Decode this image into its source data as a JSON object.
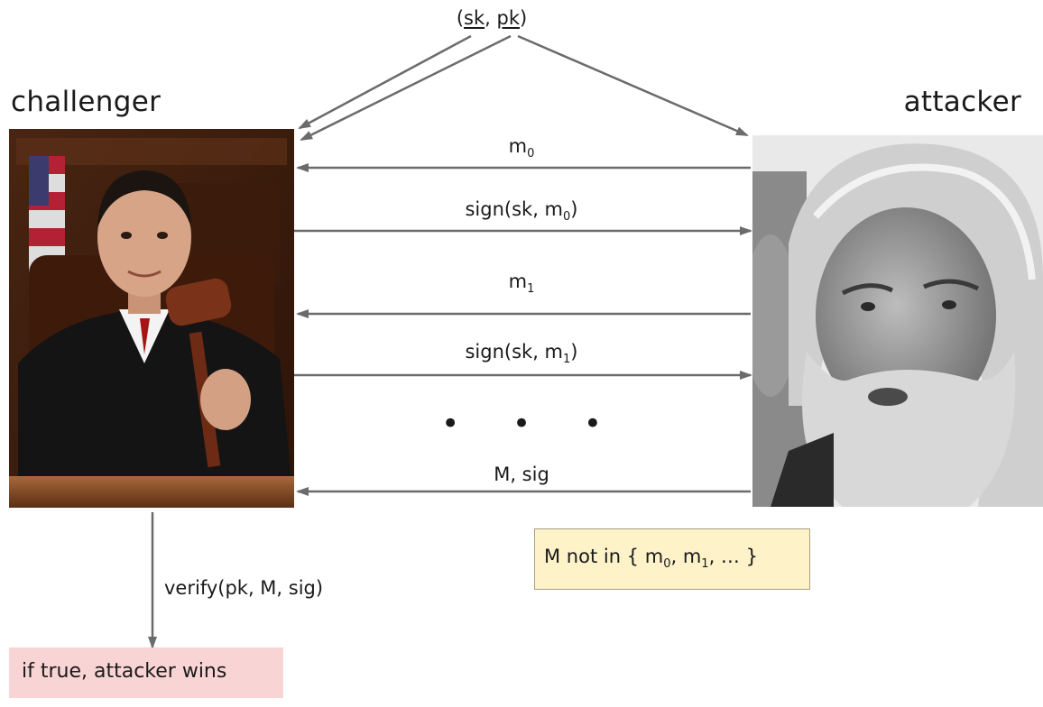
{
  "keypair": {
    "open": "(",
    "sk": "sk",
    "sep": ", ",
    "pk": "pk",
    "close": ")"
  },
  "roles": {
    "left": "challenger",
    "right": "attacker"
  },
  "messages": [
    {
      "id": "m0",
      "base": "m",
      "sub": "0",
      "tail": ""
    },
    {
      "id": "sign0",
      "base": "sign(sk, m",
      "sub": "0",
      "tail": ")"
    },
    {
      "id": "m1",
      "base": "m",
      "sub": "1",
      "tail": ""
    },
    {
      "id": "sign1",
      "base": "sign(sk, m",
      "sub": "1",
      "tail": ")"
    },
    {
      "id": "final",
      "base": "M, sig",
      "sub": "",
      "tail": ""
    }
  ],
  "ellipsis": "• • •",
  "condition": {
    "prefix": "M not in { m",
    "sub0": "0",
    "mid": ", m",
    "sub1": "1",
    "suffix": ", … }"
  },
  "verify": "verify(pk, M, sig)",
  "result": "if true, attacker wins",
  "colors": {
    "arrow": "#6b6b6b",
    "note_bg": "#fdf2c8",
    "result_bg": "#f8d4d4"
  }
}
